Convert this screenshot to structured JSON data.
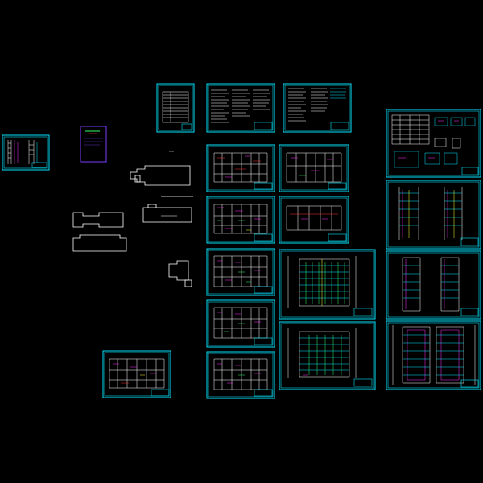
{
  "colors": {
    "background": "#000000",
    "frame": "#00e5ff",
    "linework": "#ffffff",
    "accent_green": "#33ff66",
    "accent_magenta": "#ff33ff",
    "accent_red": "#ff3333",
    "accent_yellow": "#ffff33"
  },
  "sheets": [
    {
      "id": "small-left-sheet",
      "kind": "section"
    },
    {
      "id": "cover-sheet",
      "kind": "cover"
    },
    {
      "id": "index-sheet",
      "kind": "text"
    },
    {
      "id": "notes-sheet-1",
      "kind": "text"
    },
    {
      "id": "notes-sheet-2",
      "kind": "text"
    },
    {
      "id": "detail-sheet",
      "kind": "detail"
    },
    {
      "id": "plan-sheet-a1",
      "kind": "plan"
    },
    {
      "id": "plan-sheet-a2",
      "kind": "plan"
    },
    {
      "id": "plan-sheet-b1",
      "kind": "plan"
    },
    {
      "id": "plan-sheet-b2",
      "kind": "plan"
    },
    {
      "id": "plan-sheet-c",
      "kind": "plan"
    },
    {
      "id": "plan-sheet-d",
      "kind": "plan"
    },
    {
      "id": "plan-sheet-e",
      "kind": "plan"
    },
    {
      "id": "plan-sheet-bottom-left",
      "kind": "plan"
    },
    {
      "id": "elevation-sheet-1",
      "kind": "elevation"
    },
    {
      "id": "elevation-sheet-2",
      "kind": "elevation"
    },
    {
      "id": "section-sheet-right-1",
      "kind": "section"
    },
    {
      "id": "section-sheet-right-2",
      "kind": "section"
    },
    {
      "id": "section-sheet-right-3",
      "kind": "section"
    }
  ]
}
